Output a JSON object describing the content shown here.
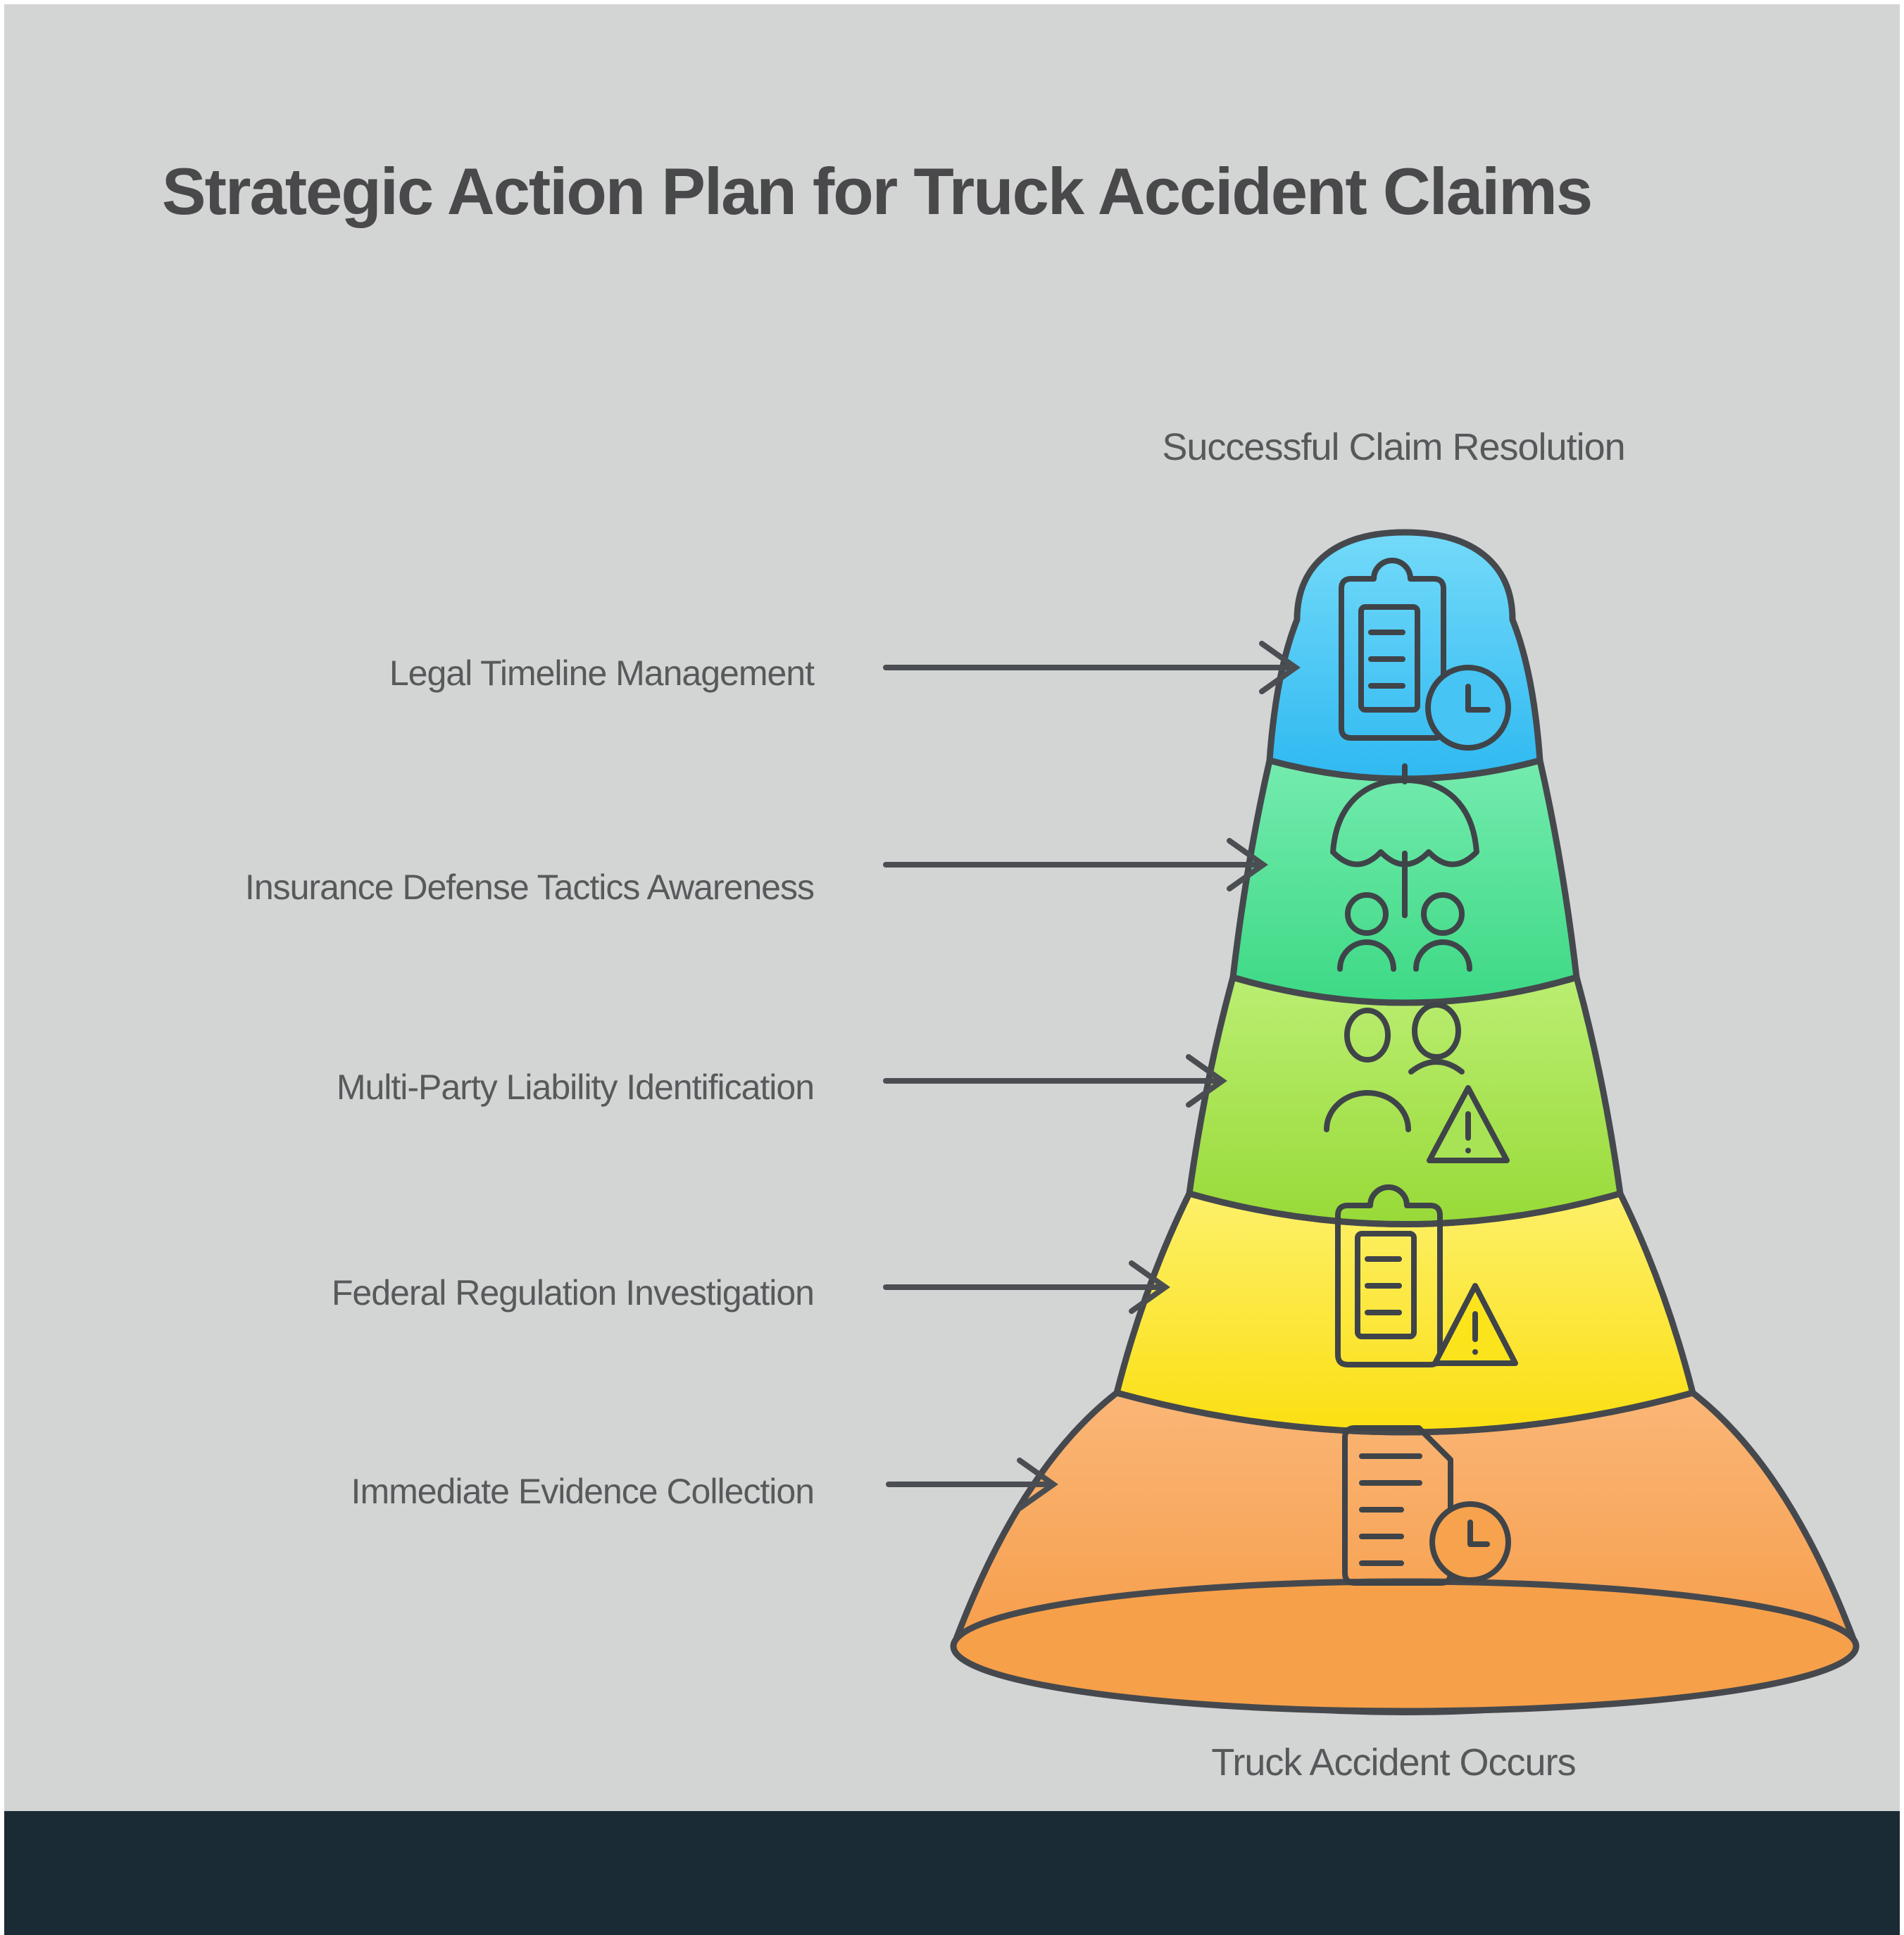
{
  "title": "Strategic Action Plan for Truck Accident Claims",
  "endpoints": {
    "top": "Successful Claim Resolution",
    "bottom": "Truck Accident Occurs"
  },
  "funnel": {
    "direction": "narrow-top, wide-bottom bell",
    "steps": [
      {
        "label": "Legal Timeline Management",
        "color": "#3fc0f2",
        "icon": "clipboard-clock-icon"
      },
      {
        "label": "Insurance Defense Tactics Awareness",
        "color": "#57e398",
        "icon": "umbrella-people-icon"
      },
      {
        "label": "Multi-Party Liability Identification",
        "color": "#a8e356",
        "icon": "people-warning-icon"
      },
      {
        "label": "Federal Regulation Investigation",
        "color": "#fce41c",
        "icon": "clipboard-warning-icon"
      },
      {
        "label": "Immediate Evidence Collection",
        "color": "#f9a75a",
        "icon": "document-clock-icon"
      }
    ]
  },
  "colors": {
    "background": "#d3d4d4",
    "frame": "#ffffff",
    "bottom_bar": "#1a2b36",
    "outline": "#45494d",
    "icon_stroke": "#3f4449",
    "arrow": "#4a4e52",
    "title_text": "#49494b",
    "label_text": "#58595b"
  }
}
